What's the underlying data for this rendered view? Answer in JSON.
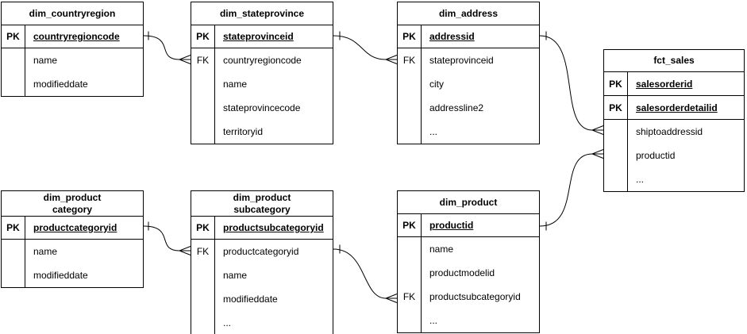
{
  "diagram": {
    "type": "entity-relationship",
    "colors": {
      "line": "#000000",
      "background": "#ffffff",
      "text": "#000000"
    },
    "tables": [
      {
        "title": "dim_countryregion",
        "rows": [
          {
            "key": "PK",
            "name": "countryregioncode"
          },
          {
            "key": "",
            "name": "name"
          },
          {
            "key": "",
            "name": "modifieddate"
          }
        ]
      },
      {
        "title": "dim_stateprovince",
        "rows": [
          {
            "key": "PK",
            "name": "stateprovinceid"
          },
          {
            "key": "FK",
            "name": "countryregioncode"
          },
          {
            "key": "",
            "name": "name"
          },
          {
            "key": "",
            "name": "stateprovincecode"
          },
          {
            "key": "",
            "name": "territoryid"
          }
        ]
      },
      {
        "title": "dim_address",
        "rows": [
          {
            "key": "PK",
            "name": "addressid"
          },
          {
            "key": "FK",
            "name": "stateprovinceid"
          },
          {
            "key": "",
            "name": "city"
          },
          {
            "key": "",
            "name": "addressline2"
          },
          {
            "key": "",
            "name": "..."
          }
        ]
      },
      {
        "title": "fct_sales",
        "rows": [
          {
            "key": "PK",
            "name": "salesorderid"
          },
          {
            "key": "PK",
            "name": "salesorderdetailid"
          },
          {
            "key": "",
            "name": "shiptoaddressid"
          },
          {
            "key": "",
            "name": "productid"
          },
          {
            "key": "",
            "name": "..."
          }
        ]
      },
      {
        "title": "dim_product\ncategory",
        "rows": [
          {
            "key": "PK",
            "name": "productcategoryid"
          },
          {
            "key": "",
            "name": "name"
          },
          {
            "key": "",
            "name": "modifieddate"
          }
        ]
      },
      {
        "title": "dim_product\nsubcategory",
        "rows": [
          {
            "key": "PK",
            "name": "productsubcategoryid"
          },
          {
            "key": "FK",
            "name": "productcategoryid"
          },
          {
            "key": "",
            "name": "name"
          },
          {
            "key": "",
            "name": "modifieddate"
          },
          {
            "key": "",
            "name": "..."
          }
        ]
      },
      {
        "title": "dim_product",
        "rows": [
          {
            "key": "PK",
            "name": "productid"
          },
          {
            "key": "",
            "name": "name"
          },
          {
            "key": "",
            "name": "productmodelid"
          },
          {
            "key": "FK",
            "name": "productsubcategoryid"
          },
          {
            "key": "",
            "name": "..."
          }
        ]
      }
    ],
    "relationships": [
      {
        "from": "dim_countryregion.countryregioncode",
        "to": "dim_stateprovince.countryregioncode",
        "cardinality": "one-to-many"
      },
      {
        "from": "dim_stateprovince.stateprovinceid",
        "to": "dim_address.stateprovinceid",
        "cardinality": "one-to-many"
      },
      {
        "from": "dim_address.addressid",
        "to": "fct_sales.shiptoaddressid",
        "cardinality": "one-to-many"
      },
      {
        "from": "dim_product.productid",
        "to": "fct_sales.productid",
        "cardinality": "one-to-many"
      },
      {
        "from": "dim_product category.productcategoryid",
        "to": "dim_product subcategory.productcategoryid",
        "cardinality": "one-to-many"
      },
      {
        "from": "dim_product subcategory.productsubcategoryid",
        "to": "dim_product.productsubcategoryid",
        "cardinality": "one-to-many"
      }
    ]
  }
}
